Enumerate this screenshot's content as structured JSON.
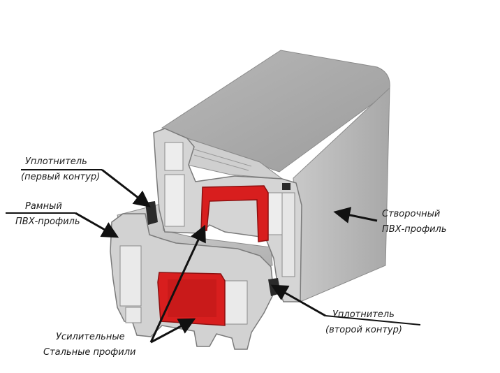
{
  "labels": {
    "seal_first_title": "Уплотнитель",
    "seal_first_sub": "(первый контур)",
    "frame_title": "Рамный",
    "frame_sub": "ПВХ-профиль",
    "sash_title": "Створочный",
    "sash_sub": "ПВХ-профиль",
    "seal_second_title": "Уплотнитель",
    "seal_second_sub": "(второй контур)",
    "steel_title": "Усилительные",
    "steel_sub": "Стальные профили"
  },
  "colors": {
    "profile_top": "#a9a9a9",
    "profile_side": "#bdbdbd",
    "profile_front": "#d2d2d2",
    "profile_dark": "#7d7d7d",
    "steel_red": "#d81e1e",
    "seal_black": "#2a2a2a",
    "arrow": "#111111"
  }
}
